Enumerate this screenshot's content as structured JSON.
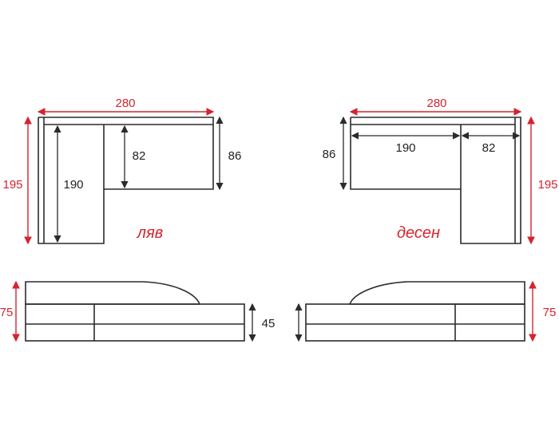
{
  "colors": {
    "outline": "#2b2b2b",
    "dimension_red": "#d6232f",
    "text_dark": "#222222"
  },
  "left_sofa": {
    "label": "ляв",
    "top": {
      "width": "280",
      "depth": "195",
      "chaise_length": "190",
      "seat_depth": "82",
      "back_depth": "86"
    },
    "side": {
      "height": "75",
      "seat_height": "45"
    }
  },
  "right_sofa": {
    "label": "десен",
    "top": {
      "width": "280",
      "depth": "195",
      "seat_depth": "190",
      "chaise_depth": "82",
      "back_depth": "86"
    },
    "side": {
      "height": "75"
    }
  }
}
